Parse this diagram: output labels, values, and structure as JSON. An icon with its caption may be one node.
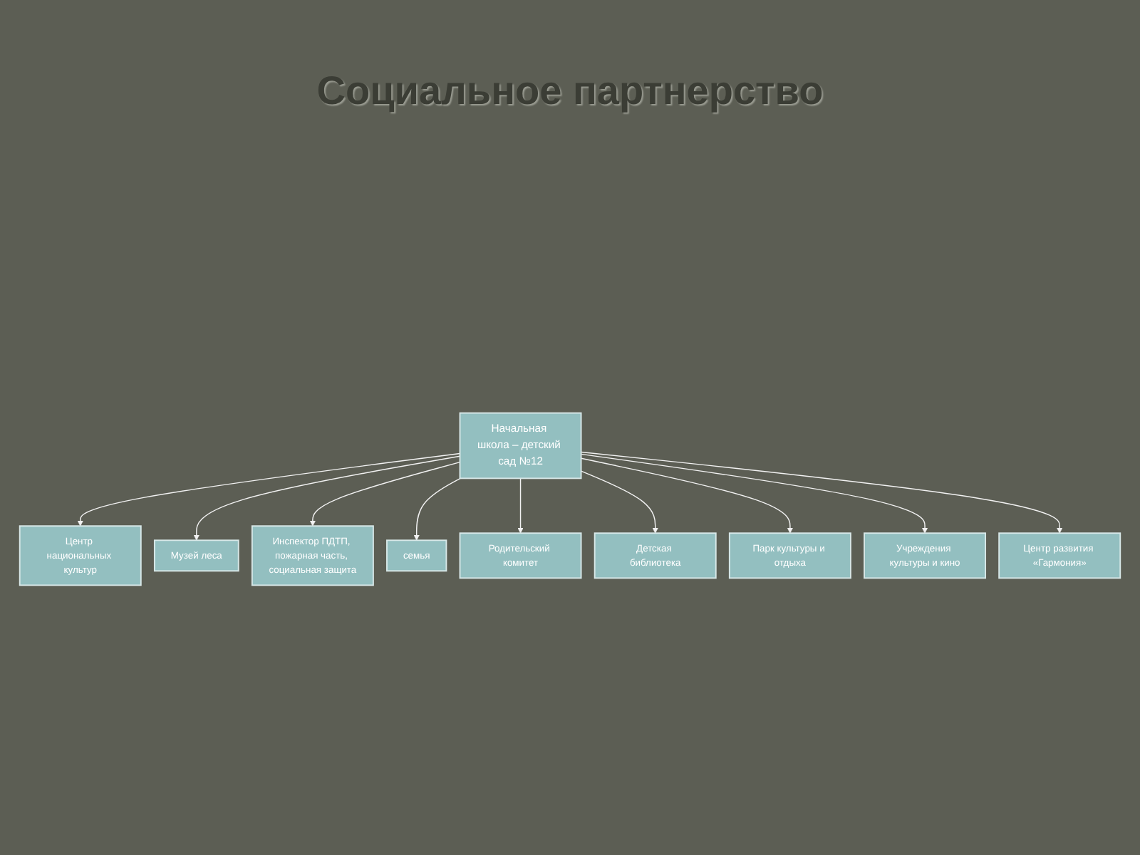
{
  "diagram": {
    "title": "Социальное партнерство",
    "nodes": [
      {
        "text": [
          "Центр национальных культур"
        ]
      },
      {
        "text": [
          "Музей леса"
        ]
      },
      {
        "text": [
          "Инспектор ПДТП, пожарная часть, социальная защита"
        ]
      },
      {
        "text": [
          "Начальная школа – детский сад №12"
        ]
      },
      {
        "text": [
          "семья"
        ]
      },
      {
        "text": [
          "Родительский комитет"
        ]
      },
      {
        "text": [
          "Детская библиотека"
        ]
      },
      {
        "text": [
          "Парк культуры и отдыха"
        ]
      },
      {
        "text": [
          "Учреждения культуры и кино"
        ]
      },
      {
        "text": [
          "Центр развития «Гармония»"
        ]
      }
    ],
    "edges": [
      {
        "from": 3,
        "to": 0,
        "arrow": "to"
      },
      {
        "from": 3,
        "to": 1,
        "arrow": "to"
      },
      {
        "from": 3,
        "to": 2,
        "arrow": "to"
      },
      {
        "from": 3,
        "to": 4,
        "arrow": "to"
      },
      {
        "from": 3,
        "to": 5,
        "arrow": "to"
      },
      {
        "from": 3,
        "to": 6,
        "arrow": "to"
      },
      {
        "from": 3,
        "to": 7,
        "arrow": "to"
      },
      {
        "from": 3,
        "to": 8,
        "arrow": "to"
      },
      {
        "from": 3,
        "to": 9,
        "arrow": "to"
      }
    ]
  }
}
